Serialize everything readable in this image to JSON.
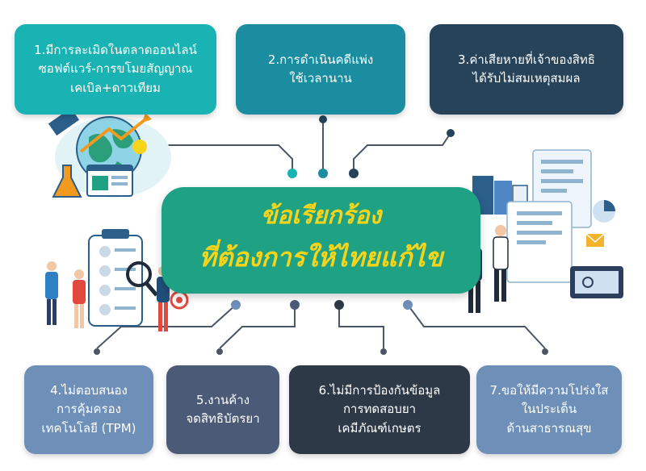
{
  "title": {
    "line1": "ข้อเรียกร้อง",
    "line2": "ที่ต้องการให้ไทยแก้ไข"
  },
  "items": [
    {
      "text": "1.มีการละเมิดในตลาดออนไลน์\nซอฟต์แวร์-การขโมยสัญญาณ\nเคเบิล+ดาวเทียม"
    },
    {
      "text": "2.การดำเนินคดีแพ่ง\nใช้เวลานาน"
    },
    {
      "text": "3.ค่าเสียหายที่เจ้าของสิทธิ\nได้รับไม่สมเหตุสมผล"
    },
    {
      "text": "4.ไม่ตอบสนอง\nการคุ้มครอง\nเทคโนโลยี (TPM)"
    },
    {
      "text": "5.งานค้าง\nจดสิทธิบัตรยา"
    },
    {
      "text": "6.ไม่มีการป้องกันข้อมูล\nการทดสอบยา\nเคมีภัณฑ์เกษตร"
    },
    {
      "text": "7.ขอให้มีความโปร่งใส\nในประเด็น\nด้านสาธารณสุข"
    }
  ],
  "colors": {
    "center": "#1ea283",
    "title_text": "#f6d41a",
    "connector": "#4a5566",
    "dot_teal": "#19b3b3"
  }
}
